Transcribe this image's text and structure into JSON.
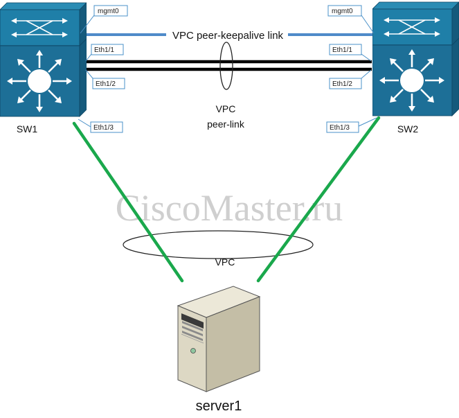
{
  "colors": {
    "switch_top": "#1f7fa8",
    "switch_body": "#1d6f97",
    "switch_side": "#155a7c",
    "switch_edge": "#0f4664",
    "keepalive_link": "#4f8bc9",
    "server_link": "#1aa84c",
    "peer_link": "#000000",
    "port_label_border": "#4a90c8",
    "server_body": "#ddd8c4",
    "server_side": "#c4bea6",
    "watermark": "#cfcfcf"
  },
  "icons": {
    "switch": "multilayer-switch-icon",
    "server": "tower-server-icon"
  },
  "switches": {
    "sw1": {
      "name": "SW1",
      "ports": {
        "mgmt": "mgmt0",
        "peer_a": "Eth1/1",
        "peer_b": "Eth1/2",
        "downlink": "Eth1/3"
      }
    },
    "sw2": {
      "name": "SW2",
      "ports": {
        "mgmt": "mgmt0",
        "peer_a": "Eth1/1",
        "peer_b": "Eth1/2",
        "downlink": "Eth1/3"
      }
    }
  },
  "links": {
    "keepalive_label": "VPC peer-keepalive link",
    "peer_link_label_line1": "VPC",
    "peer_link_label_line2": "peer-link",
    "vpc_label": "VPC"
  },
  "server": {
    "name": "server1"
  },
  "watermark": "CiscoMaster.ru"
}
